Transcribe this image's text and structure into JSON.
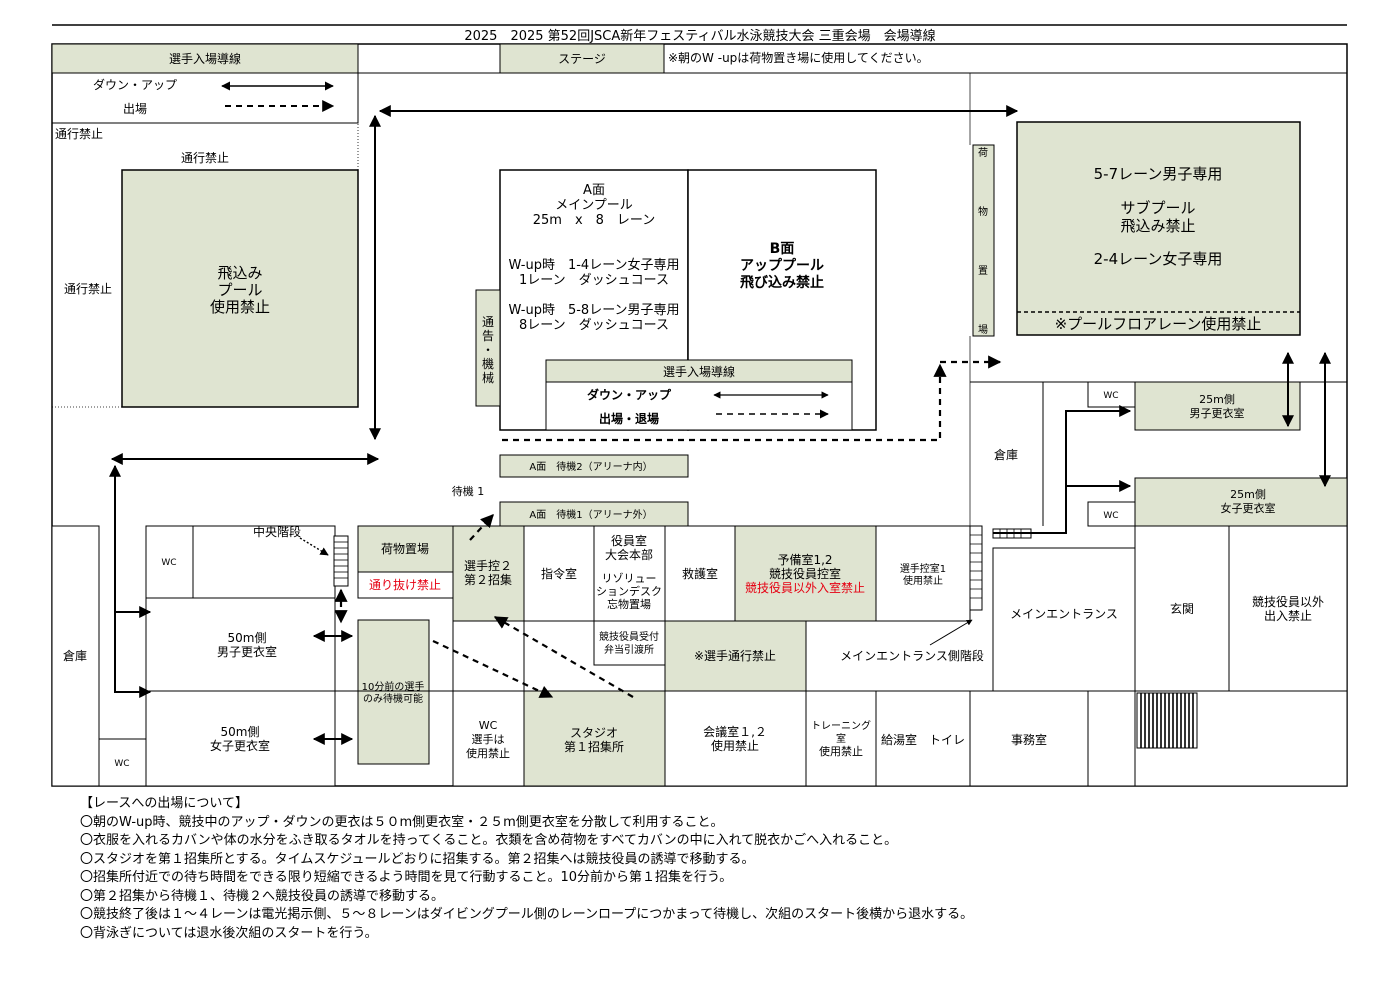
{
  "title": "2025　2025 第52回JSCA新年フェスティバル水泳競技大会 三重会場　会場導線",
  "colors": {
    "room_fill": "#dfe4d1",
    "line": "#000000",
    "warning": "#e60012"
  },
  "legend_top": {
    "header": "選手入場導線",
    "down_up": "ダウン・アップ",
    "entry": "出場"
  },
  "stage": "ステージ",
  "stage_note": "※朝のW -upは荷物置き場に使用してください。",
  "no_entry": "通行禁止",
  "diving_pool": [
    "飛込み",
    "プール",
    "使用禁止"
  ],
  "main_pool": {
    "lines": [
      "A面",
      "メインプール",
      "25m　x　8　レーン"
    ],
    "wup1": [
      "W-up時　1-4レーン女子専用",
      "1レーン　ダッシュコース"
    ],
    "wup2": [
      "W-up時　5-8レーン男子専用",
      "8レーン　ダッシュコース"
    ]
  },
  "up_pool": [
    "B面",
    "アッププール",
    "飛び込み禁止"
  ],
  "announce": [
    "通",
    "告",
    "・",
    "機",
    "械"
  ],
  "legend_inner": {
    "header": "選手入場導線",
    "down_up": "ダウン・アップ",
    "entry": "出場・退場"
  },
  "luggage_vertical": [
    "荷",
    "物",
    "置",
    "場"
  ],
  "sub_pool": {
    "lines": [
      "5-7レーン男子専用",
      "サブプール",
      "飛込み禁止",
      "2-4レーン女子専用"
    ],
    "note": "※プールフロアレーン使用禁止"
  },
  "wait2": "A面　待機2（アリーナ内）",
  "wait1": "A面　待機1（アリーナ外）",
  "wait1_label": "待機 1",
  "wc": "WC",
  "locker_25_men": [
    "25m側",
    "男子更衣室"
  ],
  "locker_25_women": [
    "25m側",
    "女子更衣室"
  ],
  "storage": "倉庫",
  "central_stairs": "中央階段",
  "luggage_room": "荷物置場",
  "no_pass_through": "通り抜け禁止",
  "control2": [
    "選手控２",
    "第２招集"
  ],
  "command_room": "指令室",
  "officials_room": [
    "役員室",
    "大会本部",
    "リゾリュー",
    "ションデスク",
    "忘物置場"
  ],
  "first_aid": "救護室",
  "reserve_room": [
    "予備室1,2",
    "競技役員控室"
  ],
  "reserve_warning": "競技役員以外入室禁止",
  "control1": [
    "選手控室1",
    "使用禁止"
  ],
  "reception": [
    "競技役員受付",
    "弁当引渡所"
  ],
  "no_athlete_pass": "※選手通行禁止",
  "main_entrance_stairs": "メインエントランス側階段",
  "main_entrance": "メインエントランス",
  "genkan": "玄関",
  "staff_only": [
    "競技役員以外",
    "出入禁止"
  ],
  "locker_50_men": [
    "50m側",
    "男子更衣室"
  ],
  "locker_50_women": [
    "50m側",
    "女子更衣室"
  ],
  "wait_10min": [
    "10分前の選手",
    "のみ待機可能"
  ],
  "wc_prohibited": [
    "WC",
    "選手は",
    "使用禁止"
  ],
  "studio": [
    "スタジオ",
    "第１招集所"
  ],
  "meeting_room": [
    "会議室１,２",
    "使用禁止"
  ],
  "training_room": [
    "トレーニング",
    "室",
    "使用禁止"
  ],
  "kitchen_toilet": "給湯室　トイレ",
  "office": "事務室",
  "notes": [
    "【レースへの出場について】",
    "〇朝のW-up時、競技中のアップ・ダウンの更衣は５０m側更衣室・２５m側更衣室を分散して利用すること。",
    "〇衣服を入れるカバンや体の水分をふき取るタオルを持ってくること。衣類を含め荷物をすべてカバンの中に入れて脱衣かごへ入れること。",
    "〇スタジオを第１招集所とする。タイムスケジュールどおりに招集する。第２招集へは競技役員の誘導で移動する。",
    "〇招集所付近での待ち時間をできる限り短縮できるよう時間を見て行動すること。10分前から第１招集を行う。",
    "〇第２招集から待機１、待機２へ競技役員の誘導で移動する。",
    "〇競技終了後は１～４レーンは電光掲示側、５～８レーンはダイビングプール側のレーンロープにつかまって待機し、次組のスタート後横から退水する。",
    "〇背泳ぎについては退水後次組のスタートを行う。"
  ]
}
